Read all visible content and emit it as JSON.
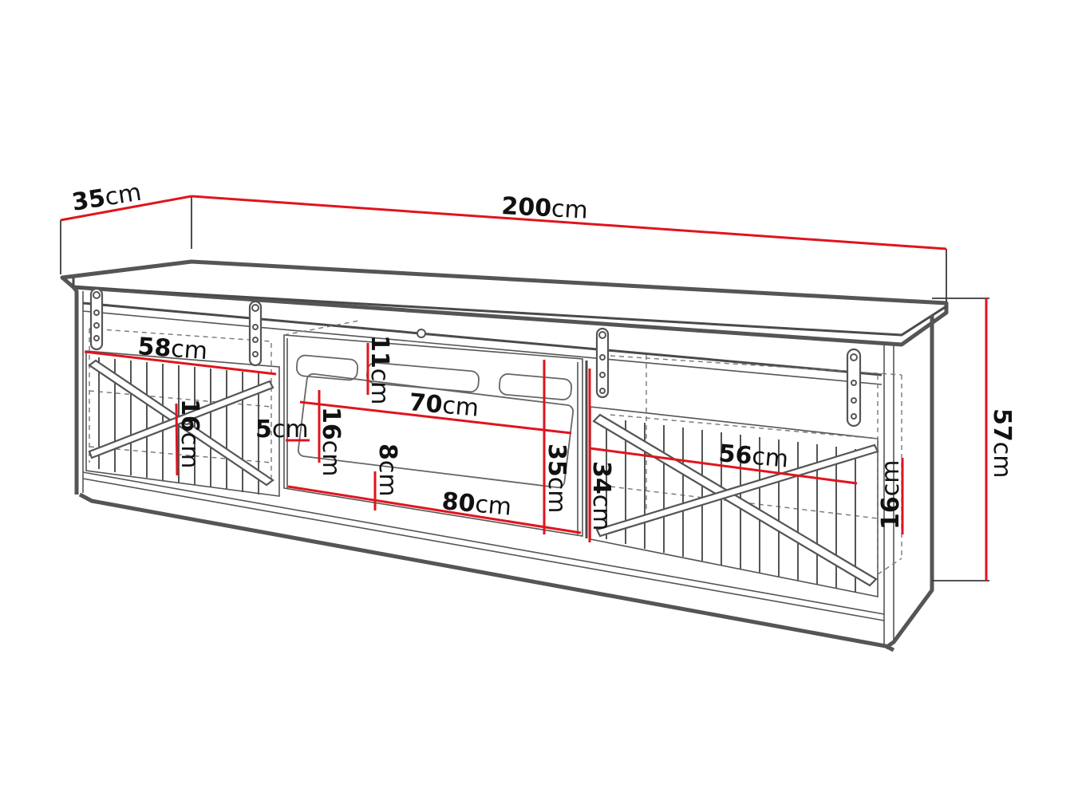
{
  "diagram": {
    "subject": "TV stand with sliding barn doors — dimension drawing",
    "colors": {
      "dimension_line": "#e0141e",
      "outline": "#4a4a4a",
      "text": "#111111",
      "background": "#ffffff"
    },
    "dimensions": {
      "depth": {
        "value": "35",
        "unit": "cm"
      },
      "width": {
        "value": "200",
        "unit": "cm"
      },
      "height": {
        "value": "57",
        "unit": "cm"
      },
      "left_door_width": {
        "value": "58",
        "unit": "cm"
      },
      "left_shelf_height": {
        "value": "16",
        "unit": "cm"
      },
      "center_gap": {
        "value": "5",
        "unit": "cm"
      },
      "top_opening": {
        "value": "11",
        "unit": "cm"
      },
      "center_inner_width": {
        "value": "70",
        "unit": "cm"
      },
      "center_inner_height": {
        "value": "16",
        "unit": "cm"
      },
      "center_bottom_height": {
        "value": "8",
        "unit": "cm"
      },
      "center_width": {
        "value": "80",
        "unit": "cm"
      },
      "center_height": {
        "value": "35",
        "unit": "cm"
      },
      "right_door_height": {
        "value": "34",
        "unit": "cm"
      },
      "right_door_width": {
        "value": "56",
        "unit": "cm"
      },
      "right_shelf_height": {
        "value": "16",
        "unit": "cm"
      }
    }
  }
}
